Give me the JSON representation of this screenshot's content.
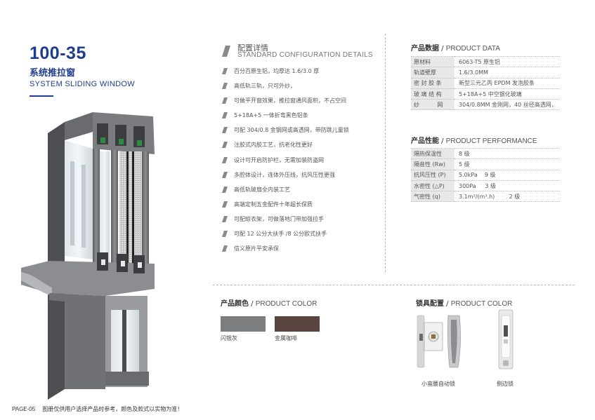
{
  "product": {
    "model": "100-35",
    "name_cn": "系统推拉窗",
    "name_en": "SYSTEM SLIDING WINDOW"
  },
  "config": {
    "title_cn": "配置详情",
    "title_en": "STANDARD CONFIGURATION DETAILS",
    "items": [
      "百分百原生铝，均厚达 1.6/3.0 厚",
      "高低轨三轨，只可外纱，",
      "可做平开窗效果，推拉窗通风面积，不占空间",
      "5+18A+5 一体折弯黑色铝条",
      "可配 304/0.8 金钢网或高透网，带防跳儿童锁",
      "注胶式内胶工艺，抗老化性更好",
      "设计可开启防护栏，无需加装防盗网",
      "多腔体设计，连体外压线，抗风压性更强",
      "高低轨玻扇全内装工艺",
      "高端定制五金配件十年超长保质",
      "可配晾衣架，可做落地门带加强拉手",
      "可配 12 公分大扶手 /8 公分欧式扶手",
      "信义原片平安承保"
    ]
  },
  "product_data": {
    "title_cn": "产品数据",
    "sep": " / ",
    "title_en": "PRODUCT DATA",
    "rows": [
      {
        "key": "原材料",
        "value": "6063-T5 原生铝"
      },
      {
        "key": "轨道壁厚",
        "value": "1.6/3.0MM"
      },
      {
        "key": "密 封 胶 条",
        "value": "新型三元乙丙 EPDM 发泡胶条"
      },
      {
        "key": "玻 璃 结 构",
        "value": "5+18A+5 中空钢化玻璃"
      },
      {
        "key": "纱          网",
        "value": "304/0.8MM 金刚网，40 丝径高透网，"
      }
    ]
  },
  "performance": {
    "title_cn": "产品性能",
    "sep": " / ",
    "title_en": "PRODUCT PERFORMANCE",
    "rows": [
      {
        "key": "隔热保温性",
        "value": "8 级"
      },
      {
        "key": "隔音性 (Rw)",
        "value": "5 级"
      },
      {
        "key": "抗风压性 (P)",
        "value": "5.0kPa    9 级"
      },
      {
        "key": "水密性 (△P)",
        "value": "300Pa     3 级"
      },
      {
        "key": "气密性 (q)",
        "value": "3.1m³/(m³.h)        2 级"
      }
    ]
  },
  "colors": {
    "title_cn": "产品颜色",
    "sep": " / ",
    "title_en": "PRODUCT COLOR",
    "swatches": [
      {
        "label": "闪银灰",
        "hex": "#7d7e80"
      },
      {
        "label": "金属咖啡",
        "hex": "#5a4640"
      }
    ]
  },
  "locks": {
    "title_cn": "锁具配置",
    "sep": " / ",
    "title_en": "PRODUCT COLOR",
    "items": [
      {
        "label": "小蛮腰自动锁",
        "icon": "waist-auto-lock-icon"
      },
      {
        "label": "侧边锁",
        "icon": "side-lock-icon"
      }
    ]
  },
  "footer": {
    "page": "PAGE-05",
    "note": "图册仅供用户选择产品时参考，颜色及款式以实物为准！"
  },
  "theme": {
    "accent": "#1e3d8f",
    "slash_gray": "#8a8a8a"
  }
}
